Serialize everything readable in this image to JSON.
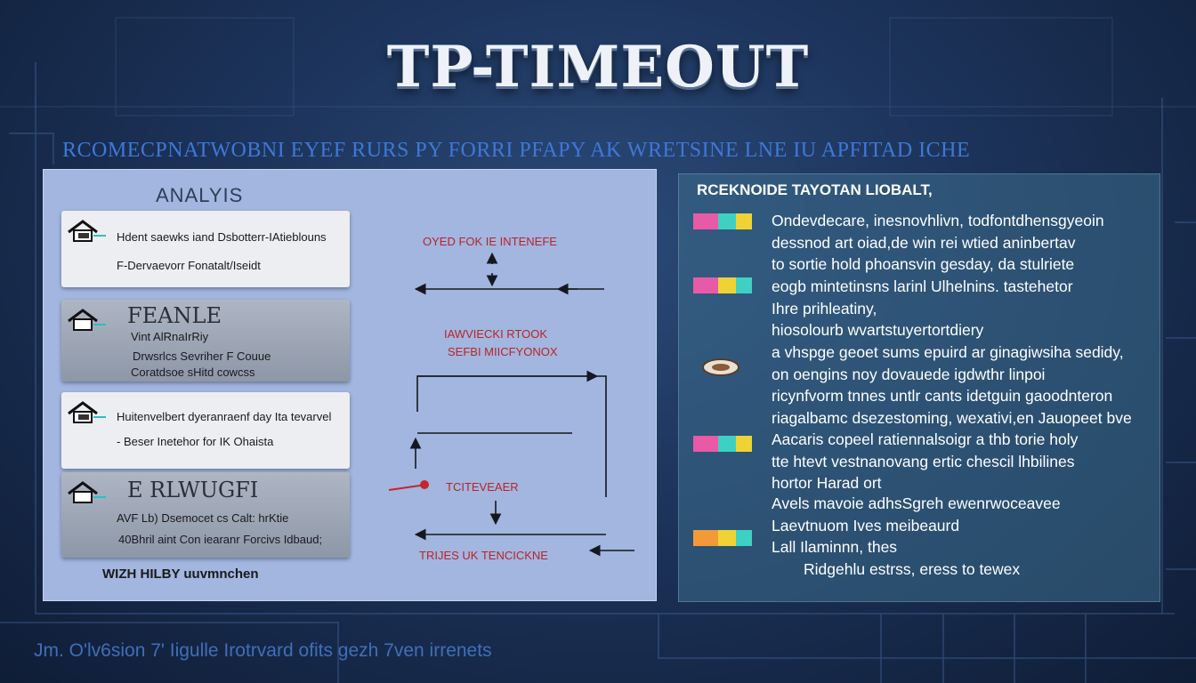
{
  "header": {
    "title": "TP-TIMEOUT",
    "subtitle": "RCOMECPNATWOBNI EYEF RURS PY FORRI PFAPY AK WRETSINE LNE IU APFITAD ICHE"
  },
  "analysis": {
    "heading": "ANALYIS",
    "cards": [
      {
        "lines": [
          "Hdent saewks iand Dsbotterr-IAtieblouns",
          "F-Dervaevorr Fonatalt/Iseidt"
        ]
      },
      {
        "title": "FEANLE",
        "lines": [
          "Vint AlRnaIrRiy",
          "Drwsrlcs Sevriher F Couue",
          "Coratdsoe sHitd cowcss"
        ]
      },
      {
        "lines": [
          "Huitenvelbert dyeranraenf day Ita tevarvel",
          "- Beser Inetehor for IK Ohaista"
        ]
      },
      {
        "title": "E RLWUGFI",
        "lines": [
          "AVF Lb) Dsemocet cs Calt: hrKtie",
          "40Bhril aint Con iearanr Forcivs Idbaud;"
        ]
      }
    ],
    "footer": "WIZH HILBY uuvmnchen"
  },
  "diagram": {
    "label_top": "OYED FOK IE INTENEFE",
    "label_mid_1": "IAWVIECKI RTOOK",
    "label_mid_2": "SEFBI MIICFYONOX",
    "label_left": "TCITEVEAER",
    "label_bottom": "TRIJES UK TENCICKNE",
    "line_color": "#15181f",
    "accent_color": "#c4262e"
  },
  "details": {
    "heading": "RCEKNOIDE TAYOTAN LIOBALT,",
    "paragraphs": [
      {
        "icon": "color-chip-icon",
        "lines": [
          "Ondevdecare, inesnovhlivn, todfontdhensgyeoin",
          "dessnod art oiad,de win rei wtied aninbertav",
          "to sortie hold phoansvin gesday, da stulriete"
        ]
      },
      {
        "icon": "color-chip-icon",
        "lines": [
          "eogb mintetinsns larinl Ulhelnins. tastehetor",
          "Ihre prihleatiny,",
          "hiosolourb wvartstuyertortdiery"
        ]
      },
      {
        "icon": "coin-icon",
        "lines": [
          "a vhspge geoet sums epuird ar ginagiwsiha sedidy,",
          "on oengins noy dovauede igdwthr linpoi",
          "ricynfvorm tnnes untlr cants idetguin gaoodnteron",
          "riagalbamc dsezestoming, wexativi,en Jauopeet bve"
        ]
      },
      {
        "icon": "color-chip-icon",
        "lines": [
          "Aacaris copeel ratiennalsoigr a thb torie holy",
          "tte htevt vestnanovang ertic chescil lhbilines",
          "hortor Harad ort"
        ]
      },
      {
        "icon": "color-chip-icon",
        "lines": [
          "Avels mavoie adhsSgreh ewenrwoceavee",
          "Laevtnuom Ives meibeaurd",
          "Lall Ilaminnn, thes",
          "Ridgehlu estrss, eress to tewex"
        ]
      }
    ],
    "swatch_colors": [
      "#e85aa6",
      "#3fd0c4",
      "#f0d234",
      "#f29a3a"
    ]
  },
  "caption": "Jm. O'lv6sion 7' Iigulle Irotrvard ofits gezh 7ven irrenets"
}
